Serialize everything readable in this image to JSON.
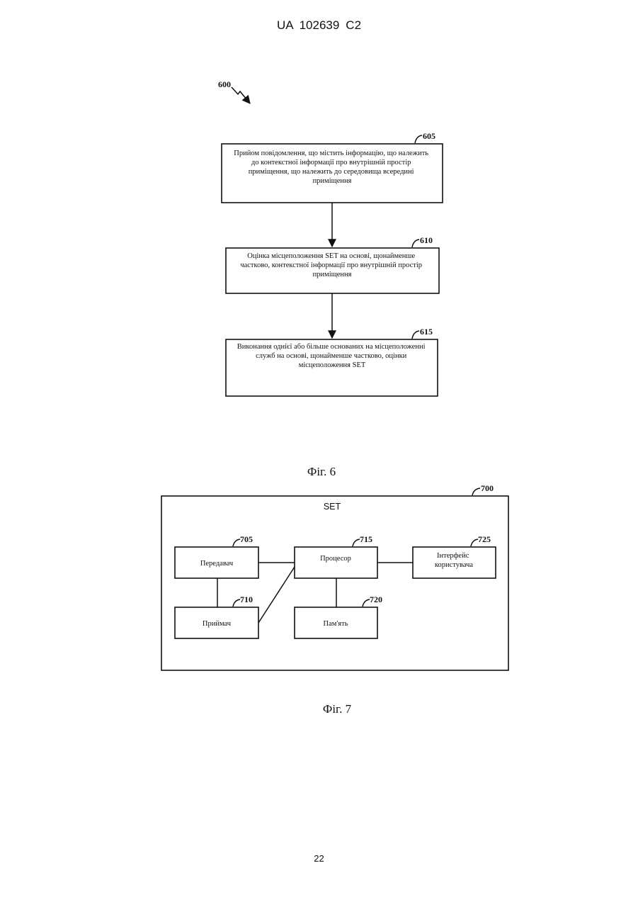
{
  "header": {
    "text": "UA   102639   C2"
  },
  "page_number": "22",
  "fig6": {
    "ref": "600",
    "caption": "Фіг. 6",
    "steps": [
      {
        "ref": "605",
        "lines": [
          "Прийом повідомлення, що містить інформацію, що належить",
          "до контекстної інформації про внутрішній простір",
          "приміщення, що належить до середовища всередині",
          "приміщення"
        ]
      },
      {
        "ref": "610",
        "lines": [
          "Оцінка місцеположення SET на основі, щонайменше",
          "частково, контекстної інформації про внутрішній простір",
          "приміщення"
        ]
      },
      {
        "ref": "615",
        "lines": [
          "Виконання однієї або більше основаних на місцеположенні",
          "служб на основі, щонайменше частково, оцінки",
          "місцеположення SET"
        ]
      }
    ]
  },
  "fig7": {
    "ref": "700",
    "caption": "Фіг. 7",
    "container_label": "SET",
    "blocks": {
      "transmitter": {
        "ref": "705",
        "label": "Передавач"
      },
      "receiver": {
        "ref": "710",
        "label": "Приймач"
      },
      "processor": {
        "ref": "715",
        "label": "Процесор"
      },
      "memory": {
        "ref": "720",
        "label": "Пам'ять"
      },
      "ui": {
        "ref": "725",
        "line1": "Інтерфейс",
        "line2": "користувача"
      }
    }
  }
}
